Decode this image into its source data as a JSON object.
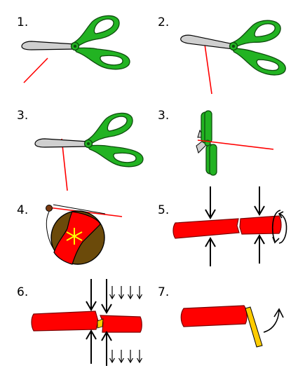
{
  "steps": [
    {
      "label": "1."
    },
    {
      "label": "2."
    },
    {
      "label": "3."
    },
    {
      "label": "3."
    },
    {
      "label": "4."
    },
    {
      "label": "5."
    },
    {
      "label": "6."
    },
    {
      "label": "7."
    }
  ],
  "colors": {
    "handle_green": "#22b322",
    "handle_dark": "#0d4d0d",
    "blade_gray": "#cfcfcf",
    "wire_red": "#ff0000",
    "wire_dark": "#7a0000",
    "cable_brown": "#6b4a0a",
    "spark_yellow": "#ffff00",
    "strip_yellow": "#ffcc00"
  }
}
